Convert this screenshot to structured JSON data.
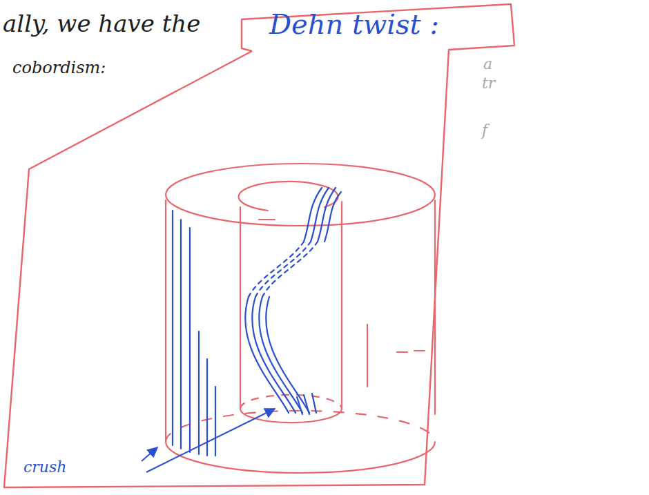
{
  "diagram": {
    "nodes": [
      {
        "text": [
          "Dehn twist :"
        ]
      }
    ],
    "labels": [
      "ally, we have the",
      "cobordism:",
      "crush",
      "a",
      "tr",
      "f"
    ]
  }
}
